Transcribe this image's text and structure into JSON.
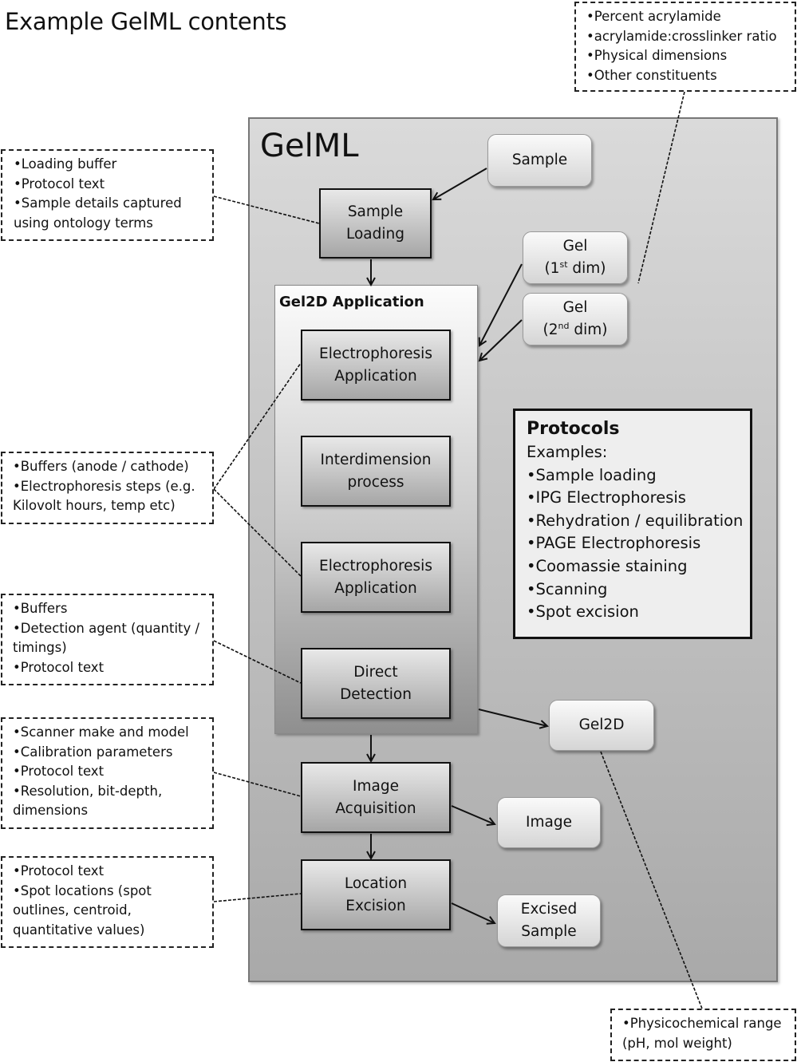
{
  "title": "Example GelML contents",
  "container_label": "GelML",
  "gel2d_application_label": "Gel2D Application",
  "process_boxes": {
    "sample_loading": "Sample\nLoading",
    "electrophoresis_1": "Electrophoresis\nApplication",
    "interdimension": "Interdimension\nprocess",
    "electrophoresis_2": "Electrophoresis\nApplication",
    "direct_detection": "Direct\nDetection",
    "image_acquisition": "Image\nAcquisition",
    "location_excision": "Location\nExcision"
  },
  "object_boxes": {
    "sample": "Sample",
    "gel_1st": {
      "line1": "Gel",
      "prefix": "(1",
      "sup": "st",
      "suffix": " dim)"
    },
    "gel_2nd": {
      "line1": "Gel",
      "prefix": "(2",
      "sup": "nd",
      "suffix": " dim)"
    },
    "gel2d": "Gel2D",
    "image": "Image",
    "excised_sample": "Excised\nSample"
  },
  "notes": {
    "gel_properties": [
      "•Percent acrylamide",
      "•acrylamide:crosslinker ratio",
      "•Physical dimensions",
      "•Other constituents"
    ],
    "sample_loading": [
      "•Loading buffer",
      "•Protocol text",
      "•Sample details captured",
      "using ontology terms"
    ],
    "electrophoresis": [
      "•Buffers (anode / cathode)",
      "•Electrophoresis steps (e.g.",
      "Kilovolt hours, temp etc)"
    ],
    "detection": [
      "•Buffers",
      "•Detection agent (quantity /",
      "timings)",
      "•Protocol text"
    ],
    "image_acquisition": [
      "•Scanner make and model",
      "•Calibration parameters",
      "•Protocol text",
      "•Resolution, bit-depth,",
      "dimensions"
    ],
    "location_excision": [
      "•Protocol text",
      "•Spot locations (spot",
      "outlines, centroid,",
      "quantitative values)"
    ],
    "gel2d": [
      "•Physicochemical range",
      "(pH,  mol weight)"
    ]
  },
  "protocols": {
    "title": "Protocols",
    "subtitle": "Examples:",
    "items": [
      "•Sample loading",
      "•IPG Electrophoresis",
      "•Rehydration / equilibration",
      "•PAGE Electrophoresis",
      "•Coomassie staining",
      "•Scanning",
      "•Spot excision"
    ]
  }
}
